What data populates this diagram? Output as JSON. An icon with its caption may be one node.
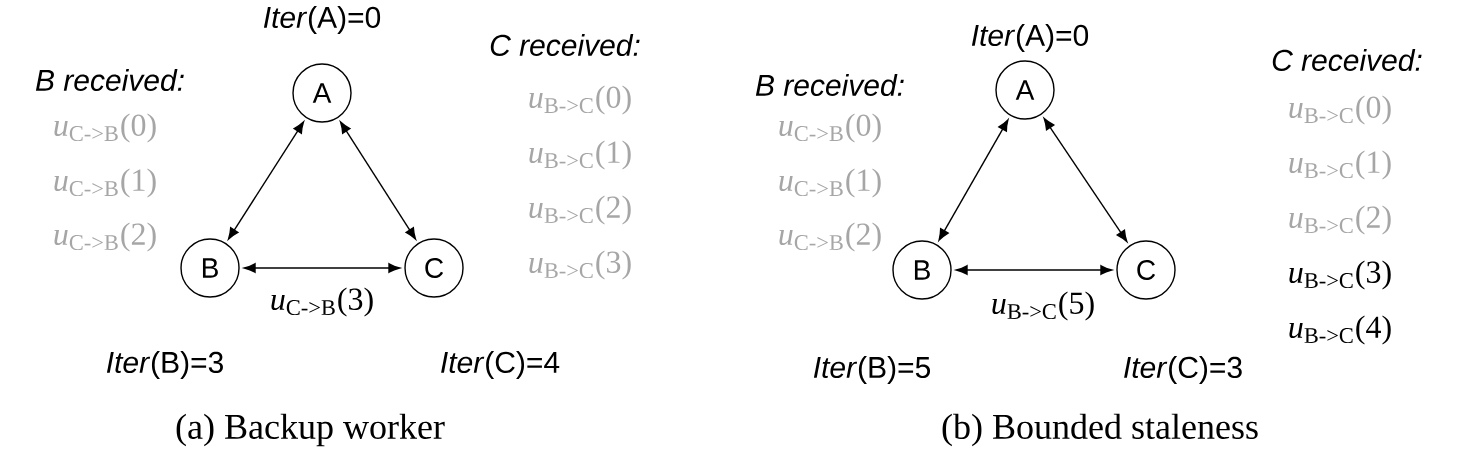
{
  "diagram": {
    "nodes": [
      {
        "text": [
          "A"
        ],
        "beside": [
          "*Iter*(A)=0"
        ]
      },
      {
        "text": [
          "B"
        ],
        "beside": [
          "*Iter*(B)=3"
        ]
      },
      {
        "text": [
          "C"
        ],
        "beside": [
          "*Iter*(C)=4"
        ]
      },
      {
        "text": [
          "A"
        ],
        "beside": [
          "*Iter*(A)=0"
        ]
      },
      {
        "text": [
          "B"
        ],
        "beside": [
          "*Iter*(B)=5"
        ]
      },
      {
        "text": [
          "C"
        ],
        "beside": [
          "*Iter*(C)=3"
        ]
      }
    ],
    "edges": [
      {
        "from": 0,
        "to": 1,
        "arrow": "both"
      },
      {
        "from": 0,
        "to": 2,
        "arrow": "both"
      },
      {
        "from": 1,
        "to": 2,
        "arrow": "both",
        "label": "*u*$_{C->B}$(3)"
      },
      {
        "from": 3,
        "to": 4,
        "arrow": "both"
      },
      {
        "from": 3,
        "to": 5,
        "arrow": "both"
      },
      {
        "from": 4,
        "to": 5,
        "arrow": "both",
        "label": "*u*$_{B->C}$(5)"
      }
    ],
    "labels": [
      "B received:",
      "*u*$_{C->B}$(0)",
      "*u*$_{C->B}$(1)",
      "*u*$_{C->B}$(2)",
      "C received:",
      "*u*$_{B->C}$(0)",
      "*u*$_{B->C}$(1)",
      "*u*$_{B->C}$(2)",
      "*u*$_{B->C}$(3)",
      "(a) Backup worker",
      "B received:",
      "*u*$_{C->B}$(0)",
      "*u*$_{C->B}$(1)",
      "*u*$_{C->B}$(2)",
      "C received:",
      "*u*$_{B->C}$(0)",
      "*u*$_{B->C}$(1)",
      "*u*$_{B->C}$(2)",
      "*u*$_{B->C}$(3)",
      "*u*$_{B->C}$(4)",
      "(b) Bounded staleness"
    ]
  }
}
